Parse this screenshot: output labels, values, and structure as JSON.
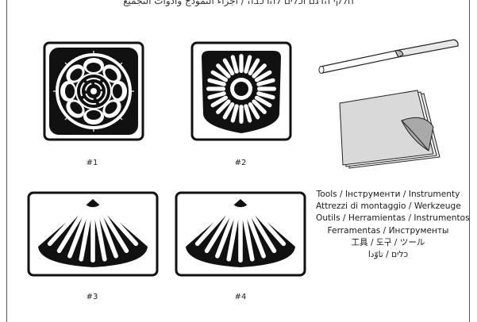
{
  "header": {
    "title": "חלקי הדגם וכלים להרכבה / أجزاء النموذج وأدوات التجميع"
  },
  "sheets": [
    {
      "id": "sheet-1",
      "label": "#1"
    },
    {
      "id": "sheet-2",
      "label": "#2"
    },
    {
      "id": "sheet-3",
      "label": "#3"
    },
    {
      "id": "sheet-4",
      "label": "#4"
    }
  ],
  "tools": {
    "lines": [
      "Tools / Інструменти / Instrumenty",
      "Attrezzi di montaggio / Werkzeuge",
      "Outils / Herramientas / Instrumentos",
      "Ferramentas / Инструменты",
      "工具 / 도구 / ツール",
      "כלים / تاوّدا"
    ]
  },
  "icons": [
    "rolling-tool-icon",
    "paper-stack-icon"
  ]
}
